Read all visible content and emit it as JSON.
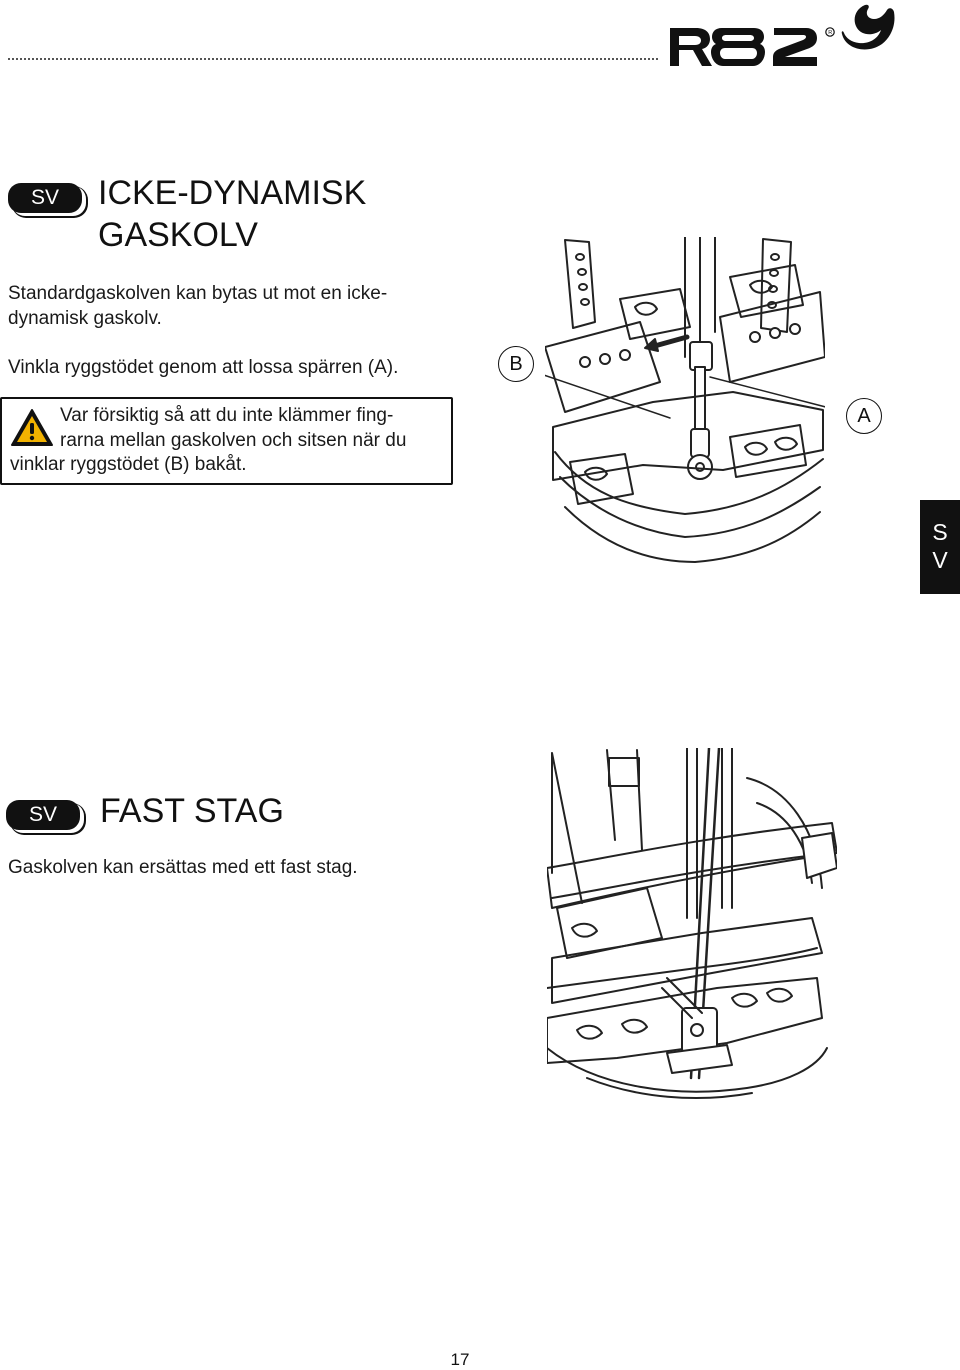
{
  "header": {
    "logo_text": "R82"
  },
  "section1": {
    "lang_badge": "SV",
    "title_line1": "ICKE-DYNAMISK",
    "title_line2": "GASKOLV",
    "paragraph1": "Standardgaskolven kan bytas ut mot en icke-dynamisk gaskolv.",
    "paragraph2": "Vinkla ryggstödet genom att lossa spärren (A).",
    "warning": {
      "icon": "warning-triangle-icon",
      "line1": "Var försiktig så att du inte klämmer fing-",
      "line2": "rarna mellan gaskolven och sitsen när du",
      "line3": "vinklar ryggstödet (B) bakåt."
    },
    "figure": {
      "callout_b": "B",
      "callout_a": "A"
    }
  },
  "side_tab": {
    "line1": "S",
    "line2": "V"
  },
  "section2": {
    "lang_badge": "SV",
    "title": "FAST STAG",
    "paragraph": "Gaskolven kan ersättas med ett fast stag."
  },
  "footer": {
    "page_number": "17"
  },
  "colors": {
    "ink": "#111111",
    "paper": "#ffffff"
  }
}
